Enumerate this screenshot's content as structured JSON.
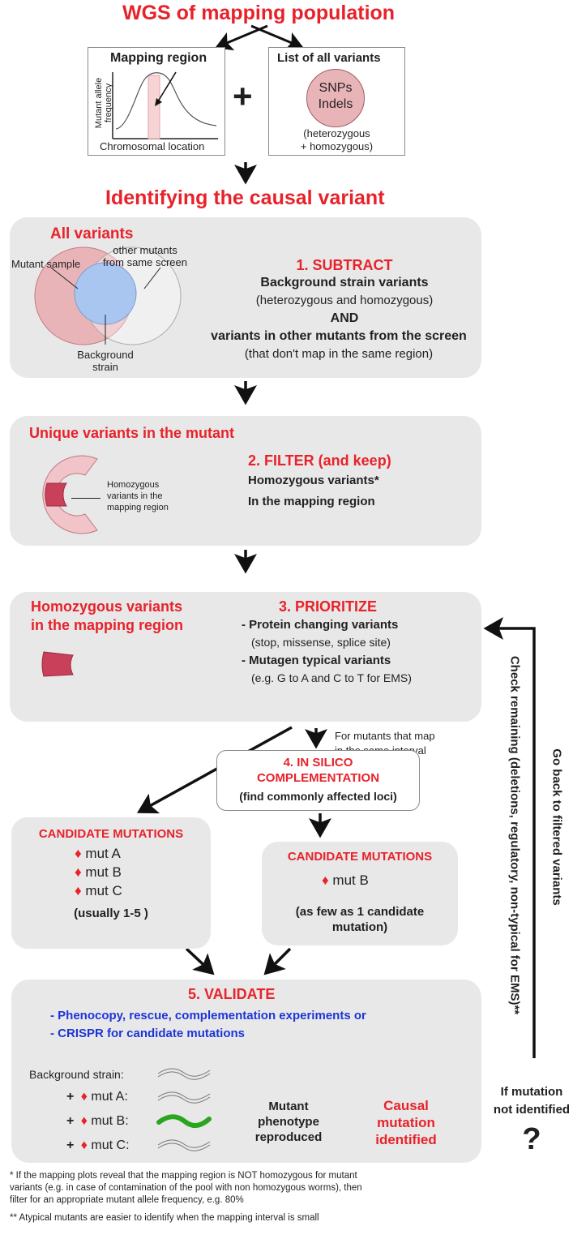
{
  "title_top": "WGS of mapping population",
  "mapping_box": {
    "title": "Mapping region",
    "ylabel": "Mutant allele frequency",
    "xlabel": "Chromosomal location"
  },
  "plus": "+",
  "variants_box": {
    "title": "List of all variants",
    "circle_line1": "SNPs",
    "circle_line2": "Indels",
    "note_line1": "(heterozygous",
    "note_line2": "+ homozygous)"
  },
  "title_second": "Identifying the causal variant",
  "step1": {
    "section_title": "All variants",
    "venn_mutant": "Mutant sample",
    "venn_other_line1": "other mutants",
    "venn_other_line2": "from same screen",
    "venn_bg_line1": "Background",
    "venn_bg_line2": "strain",
    "heading": "1. SUBTRACT",
    "line1": "Background strain variants",
    "line2": "(heterozygous and homozygous)",
    "line3": "AND",
    "line4": "variants in other mutants from the screen",
    "line5": "(that don't map in the same region)"
  },
  "step2": {
    "section_title": "Unique variants in the mutant",
    "label_line1": "Homozygous",
    "label_line2": "variants in the",
    "label_line3": "mapping region",
    "heading": "2. FILTER (and keep)",
    "line1": "Homozygous variants*",
    "line2": "In the mapping region"
  },
  "step3": {
    "section_title_line1": "Homozygous variants",
    "section_title_line2": "in the mapping region",
    "heading": "3. PRIORITIZE",
    "line1": "- Protein changing variants",
    "line2": "(stop, missense, splice site)",
    "line3": "- Mutagen typical variants",
    "line4": "(e.g. G to A and C to T for EMS)"
  },
  "interval_note_line1": "For mutants that map",
  "interval_note_line2": "in the same interval",
  "step4": {
    "heading_line1": "4. IN SILICO",
    "heading_line2": "COMPLEMENTATION",
    "line1": "(find commonly affected loci)"
  },
  "candidates_left": {
    "heading": "CANDIDATE MUTATIONS",
    "items": [
      "mut A",
      "mut B",
      "mut C"
    ],
    "note": "(usually 1-5 )"
  },
  "candidates_right": {
    "heading": "CANDIDATE MUTATIONS",
    "item": "mut B",
    "note_line1": "(as few as 1 candidate",
    "note_line2": "mutation)"
  },
  "step5": {
    "heading": "5. VALIDATE",
    "line1": "- Phenocopy, rescue, complementation experiments or",
    "line2": "- CRISPR for candidate mutations",
    "bg_label": "Background strain:",
    "rows": [
      {
        "plus": "+",
        "label": "mut A:"
      },
      {
        "plus": "+",
        "label": "mut B:"
      },
      {
        "plus": "+",
        "label": "mut C:"
      }
    ],
    "pheno_line1": "Mutant",
    "pheno_line2": "phenotype",
    "pheno_line3": "reproduced",
    "causal_line1": "Causal",
    "causal_line2": "mutation",
    "causal_line3": "identified"
  },
  "side": {
    "line1": "Go back to filtered variants",
    "line2": "Check remaining (deletions, regulatory, non-typical for EMS)**",
    "fail_line1": "If mutation",
    "fail_line2": "not identified",
    "question": "?"
  },
  "footnotes": {
    "f1_line1": "* If the mapping plots reveal that the mapping region is NOT homozygous for mutant",
    "f1_line2": "variants (e.g. in case of contamination of the pool with non homozygous worms), then",
    "f1_line3": "filter for an appropriate mutant allele frequency, e.g. 80%",
    "f2": "** Atypical mutants are easier to identify when the mapping interval is small"
  },
  "colors": {
    "red": "#e8222a",
    "blue": "#1d35d8",
    "panel": "#e8e8e8",
    "pink": "#e8b4b8",
    "dark_pink": "#c8405a",
    "venn_blue": "#a9c6f0",
    "worm_green": "#2aa51e"
  }
}
